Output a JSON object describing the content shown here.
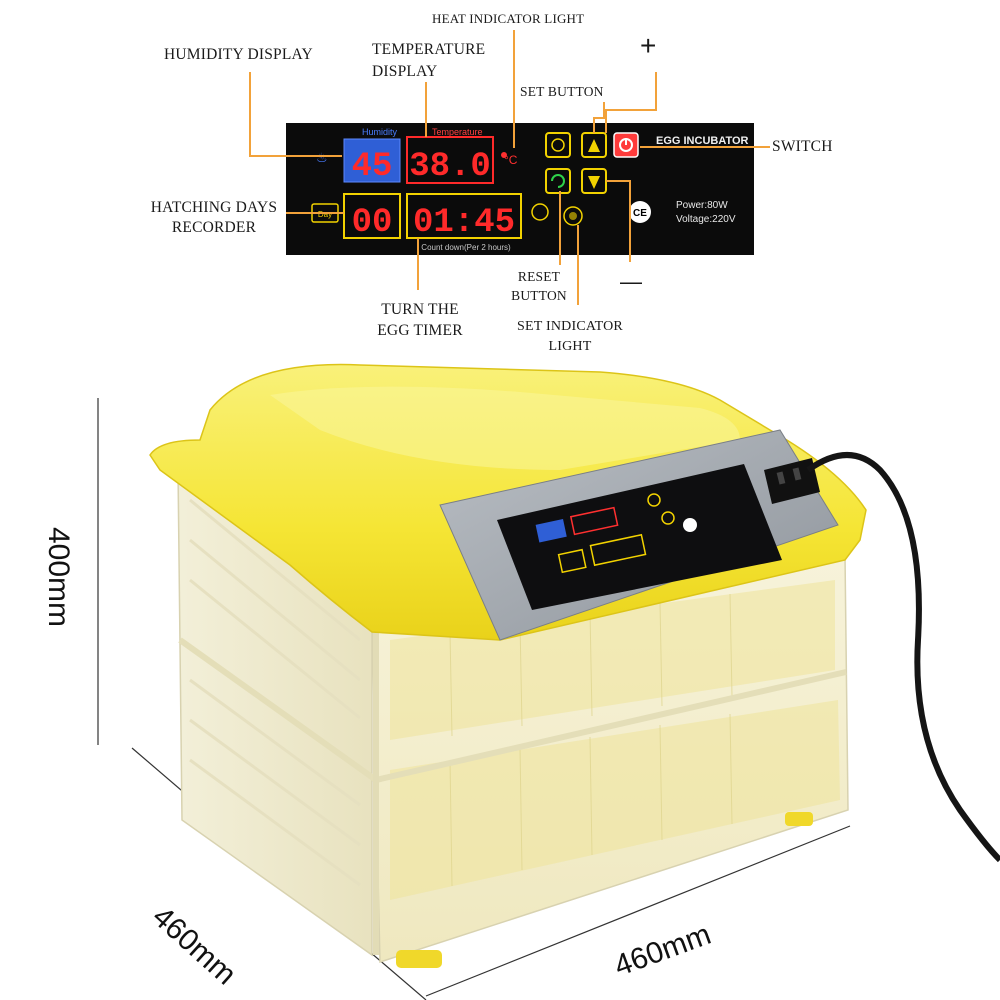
{
  "callouts": {
    "humidity_display": "HUMIDITY DISPLAY",
    "temperature_display_1": "TEMPERATURE",
    "temperature_display_2": "DISPLAY",
    "heat_indicator": "HEAT INDICATOR LIGHT",
    "set_button": "SET BUTTON",
    "plus": "+",
    "switch": "SWITCH",
    "hatching_1": "HATCHING DAYS",
    "hatching_2": "RECORDER",
    "turn_egg_1": "TURN THE",
    "turn_egg_2": "EGG TIMER",
    "reset_1": "RESET",
    "reset_2": "BUTTON",
    "minus": "—",
    "set_indicator_1": "SET INDICATOR",
    "set_indicator_2": "LIGHT"
  },
  "panel": {
    "humidity_label": "Humidity",
    "temperature_label": "Temperature",
    "humidity_value": "45",
    "temperature_value": "38.0",
    "celsius": "°C",
    "day_label": "Day",
    "days_value": "00",
    "timer_value": "01:45",
    "countdown": "Count down(Per 2 hours)",
    "brand": "EGG INCUBATOR",
    "power": "Power:80W",
    "voltage": "Voltage:220V",
    "ce": "CE"
  },
  "dimensions": {
    "height": "400mm",
    "depth": "460mm",
    "width": "460mm"
  },
  "colors": {
    "panel_bg": "#0b0b0b",
    "segment_red": "#ff2a2a",
    "humidity_bg": "#2f5fd6",
    "frame_yellow": "#f3d21f",
    "lid_yellow": "#f6ea3a"
  }
}
